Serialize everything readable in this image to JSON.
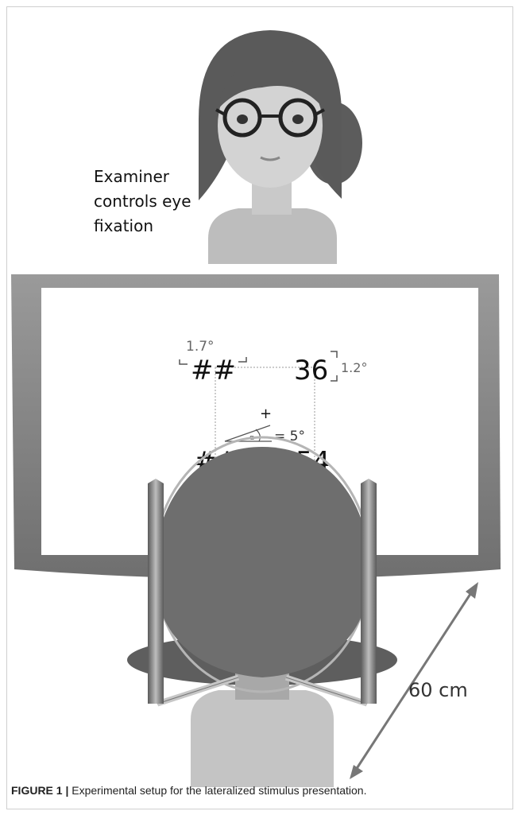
{
  "examiner": {
    "label_lines": [
      "Examiner",
      "controls eye",
      "fixation"
    ]
  },
  "stimulus": {
    "top_left": "##",
    "top_right": "36",
    "bottom_left": "##",
    "bottom_right": "54",
    "fixation_cross": "+",
    "angle_symbol": "α",
    "angle_label": "= 5°",
    "height_label": "1.7°",
    "width_label": "1.2°"
  },
  "distance_label": "60 cm",
  "caption": {
    "label": "FIGURE 1 |",
    "text": " Experimental setup for the lateralized stimulus presentation."
  }
}
